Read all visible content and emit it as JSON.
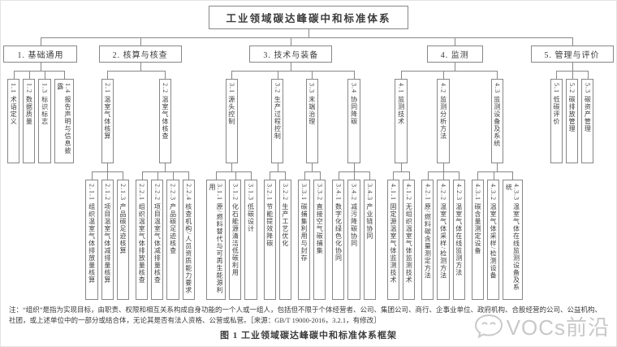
{
  "root": {
    "label": "工业领域碳达峰碳中和标准体系"
  },
  "branches": [
    {
      "label": "1. 基础通用",
      "children": [
        {
          "label": "1.1 术语定义"
        },
        {
          "label": "1.2 数据质量"
        },
        {
          "label": "1.3 标识标志"
        },
        {
          "label": "1.4 报告声明与信息披露"
        }
      ]
    },
    {
      "label": "2. 核算与核查",
      "children": [
        {
          "label": "2.1 温室气体核算",
          "children": [
            {
              "label": "2.1.1 组织温室气体排放量核算"
            },
            {
              "label": "2.1.2 项目温室气体减排量核算"
            },
            {
              "label": "2.1.3 产品碳足迹核算"
            }
          ]
        },
        {
          "label": "2.2 温室气体核查",
          "children": [
            {
              "label": "2.2.1 组织温室气体排放量核查"
            },
            {
              "label": "2.2.2 项目温室气体减排量核查"
            },
            {
              "label": "2.2.3 产品碳足迹核查"
            },
            {
              "label": "2.2.4 核查机构/人员资质能力要求"
            }
          ]
        }
      ]
    },
    {
      "label": "3. 技术与装备",
      "children": [
        {
          "label": "3.1 源头控制",
          "children": [
            {
              "label": "3.1.1 原/燃料替代与可再生能源利用"
            },
            {
              "label": "3.1.2 化石能源清洁低碳利用"
            },
            {
              "label": "3.1.3 低碳设计"
            }
          ]
        },
        {
          "label": "3.2 生产过程控制",
          "children": [
            {
              "label": "3.2.1 节能提效降碳"
            },
            {
              "label": "3.2.2 生产工艺优化"
            }
          ]
        },
        {
          "label": "3.3 末端治理",
          "children": [
            {
              "label": "3.3.1 碳捕集利用与封存"
            },
            {
              "label": "3.3.2 直接空气碳捕集"
            }
          ]
        },
        {
          "label": "3.4 协同降碳",
          "children": [
            {
              "label": "3.4.1 数字化绿色化协同"
            },
            {
              "label": "3.4.2 减污降碳协同"
            },
            {
              "label": "3.4.3 产业链协同"
            }
          ]
        }
      ]
    },
    {
      "label": "4. 监测",
      "children": [
        {
          "label": "4.1 监测技术",
          "children": [
            {
              "label": "4.1.1 固定源温室气体监测技术"
            },
            {
              "label": "4.1.2 无组织温室气体监测技术"
            }
          ]
        },
        {
          "label": "4.2 监测分析方法",
          "children": [
            {
              "label": "4.2.1 原/燃料碳含量测定方法"
            },
            {
              "label": "4.2.2 温室气体采样/检测方法"
            },
            {
              "label": "4.2.3 温室气体在线监测方法"
            }
          ]
        },
        {
          "label": "4.3 监测设备及系统",
          "children": [
            {
              "label": "4.3.1 碳含量测定设备"
            },
            {
              "label": "4.3.2 温室气体采样/检测设备"
            },
            {
              "label": "4.3.3 温室气体在线监测设备及系统"
            }
          ]
        }
      ]
    },
    {
      "label": "5. 管理与评价",
      "children": [
        {
          "label": "5.1 低碳评价"
        },
        {
          "label": "5.2 碳排放管理"
        },
        {
          "label": "5.3 碳资产管理"
        }
      ]
    }
  ],
  "note": "注：“组织”是指为实现目标，由职责、权限和相互关系构成自身功能的一个人或一组人，包括但不限于个体经营者、公司、集团公司、商行、企事业单位、政府机构、合股经营的公司、公益机构、社团，或上述单位中的一部分或结合体，无论其是否有法人资格、公营或私营。［来源：GB/T 19000-2016，3.2.1，有修改］",
  "caption": "图 1  工业领域碳达峰碳中和标准体系框架",
  "watermark": {
    "text": "VOCs前沿",
    "icon": "wechat-icon",
    "color": "#c8c8c8"
  },
  "colors": {
    "line": "#878787",
    "box_border": "#878787",
    "text": "#3c3c3c"
  }
}
